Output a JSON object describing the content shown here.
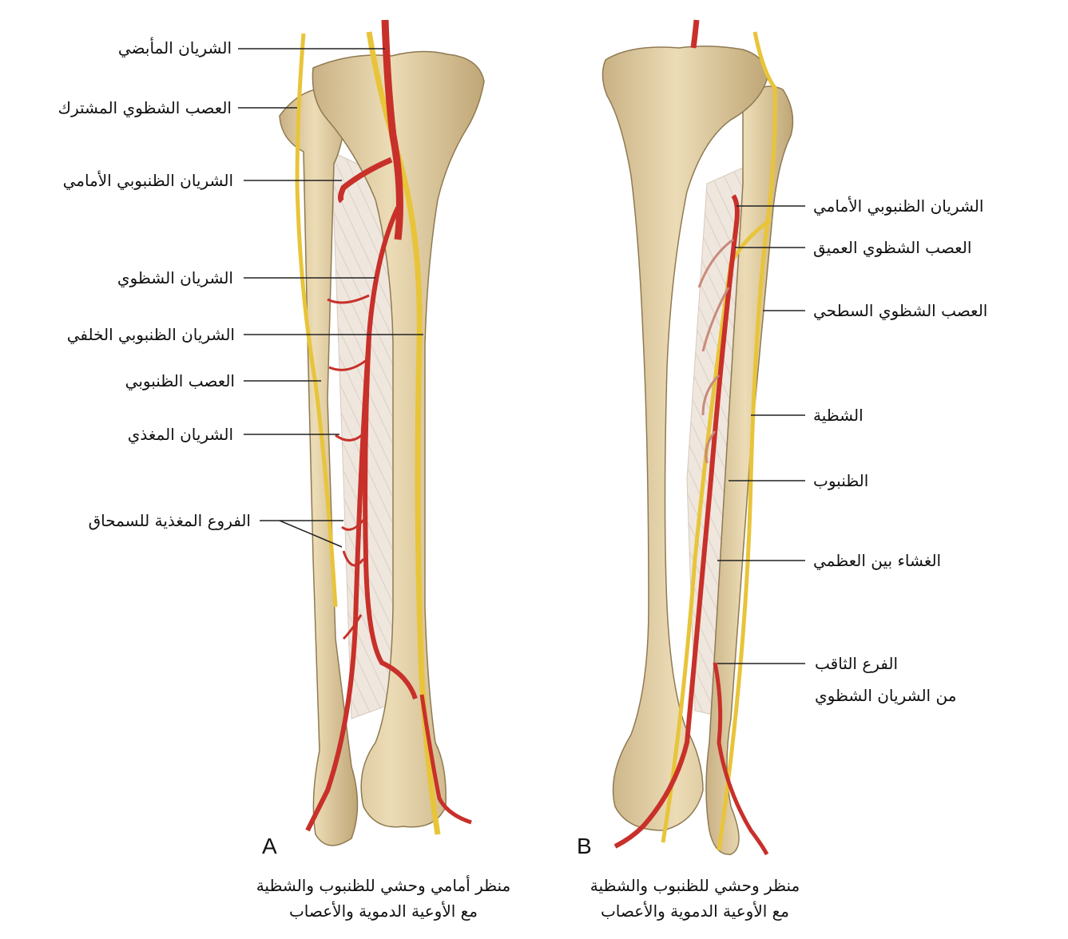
{
  "panel_a": {
    "letter": "A",
    "labels": {
      "popliteal_artery": "الشريان المأبضي",
      "common_fibular_nerve": "العصب الشظوي المشترك",
      "anterior_tibial_artery": "الشريان الظنبوبي الأمامي",
      "fibular_artery": "الشريان الشظوي",
      "posterior_tibial_artery": "الشريان الظنبوبي الخلفي",
      "tibial_nerve": "العصب الظنبوبي",
      "nutrient_artery": "الشريان المغذي",
      "periosteal_branches": "الفروع المغذية للسمحاق"
    },
    "caption_line1": "منظر أمامي وحشي للظنبوب والشظية",
    "caption_line2": "مع الأوعية الدموية والأعصاب"
  },
  "panel_b": {
    "letter": "B",
    "labels": {
      "anterior_tibial_artery": "الشريان الظنبوبي الأمامي",
      "deep_fibular_nerve": "العصب الشظوي العميق",
      "superficial_fibular_nerve": "العصب الشظوي السطحي",
      "fibula": "الشظية",
      "tibia": "الظنبوب",
      "interosseous_membrane": "الغشاء بين العظمي",
      "perforating_branch_line1": "الفرع الثاقب",
      "perforating_branch_line2": "من الشريان الشظوي"
    },
    "caption_line1": "منظر وحشي للظنبوب والشظية",
    "caption_line2": "مع الأوعية الدموية والأعصاب"
  },
  "colors": {
    "bone": "#e6d3a8",
    "bone_shadow": "#c9b184",
    "bone_outline": "#8f7a52",
    "artery": "#c8302a",
    "artery_dark": "#8e1c18",
    "nerve": "#e8c43a",
    "membrane": "#efe6dd",
    "leader_line": "#222222"
  }
}
